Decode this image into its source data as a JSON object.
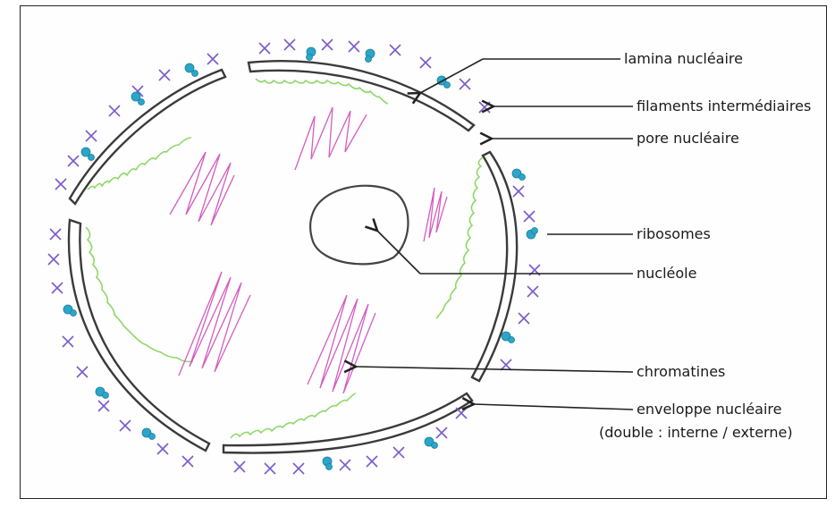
{
  "labels": {
    "lamina": "lamina nucléaire",
    "filaments": "filaments intermédiaires",
    "pore": "pore nucléaire",
    "ribosomes": "ribosomes",
    "nucleole": "nucléole",
    "chromatines": "chromatines",
    "enveloppe_line1": "enveloppe nucléaire",
    "enveloppe_line2": "(double : interne / externe)"
  },
  "colors": {
    "envelope": "#333333",
    "lamina": "#8fd86a",
    "filaments": "#7a5cc9",
    "ribosomes": "#2ba6c9",
    "chromatin": "#d45cc0",
    "outline": "#444444"
  }
}
